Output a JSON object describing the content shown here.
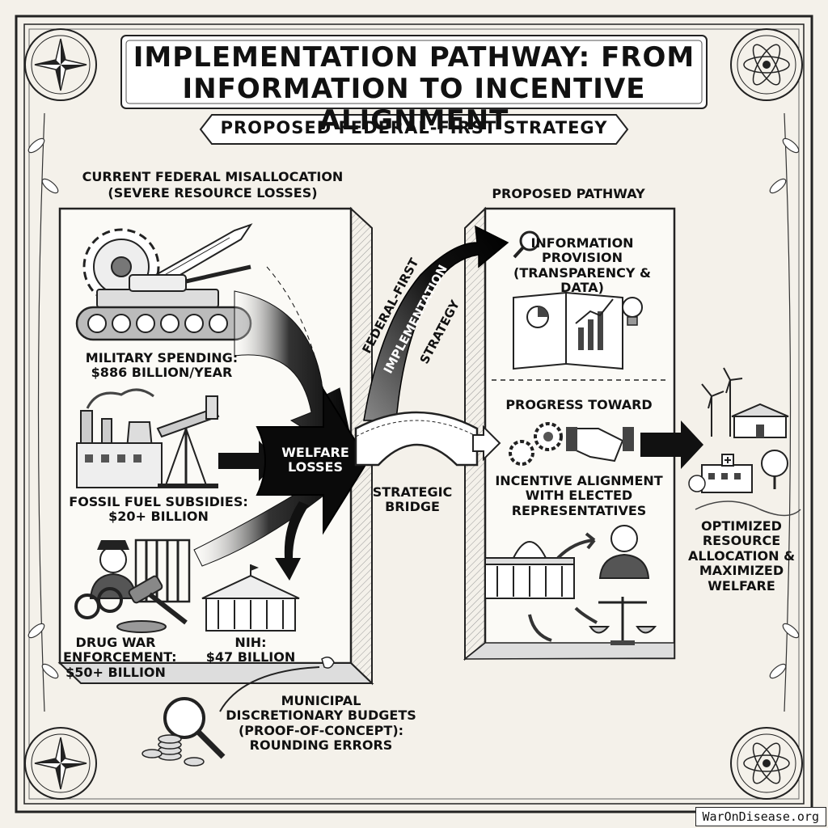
{
  "title_line1": "IMPLEMENTATION PATHWAY: FROM",
  "title_line2": "INFORMATION TO INCENTIVE ALIGNMENT",
  "subtitle": "PROPOSED FEDERAL-FIRST STRATEGY",
  "left_panel": {
    "heading_line1": "CURRENT FEDERAL MISALLOCATION",
    "heading_line2": "(SEVERE RESOURCE LOSSES)",
    "items": {
      "military": "MILITARY SPENDING:\n$886 BILLION/YEAR",
      "fossil": "FOSSIL FUEL SUBSIDIES:\n$20+ BILLION",
      "drug_war": "DRUG WAR\nENFORCEMENT:\n$50+ BILLION",
      "nih": "NIH:\n$47 BILLION"
    },
    "welfare_losses": "WELFARE\nLOSSES"
  },
  "municipal": "MUNICIPAL\nDISCRETIONARY BUDGETS\n(PROOF-OF-CONCEPT):\nROUNDING ERRORS",
  "strategy_arrow": {
    "line1": "FEDERAL-FIRST",
    "line2": "IMPLEMENTATION",
    "line3": "STRATEGY"
  },
  "bridge_label": "STRATEGIC\nBRIDGE",
  "right_panel": {
    "heading": "PROPOSED PATHWAY",
    "info": "INFORMATION\nPROVISION\n(TRANSPARENCY & DATA)",
    "progress": "PROGRESS TOWARD",
    "incentive": "INCENTIVE ALIGNMENT\nWITH ELECTED\nREPRESENTATIVES"
  },
  "outcome": "OPTIMIZED\nRESOURCE\nALLOCATION &\nMAXIMIZED\nWELFARE",
  "credit": "WarOnDisease.org",
  "icons": [
    "compass-icon",
    "atom-icon",
    "laurel-icon",
    "gear-icon",
    "missile-icon",
    "tank-icon",
    "factory-icon",
    "oil-pump-icon",
    "police-icon",
    "jail-bars-icon",
    "handcuffs-icon",
    "gavel-icon",
    "capitol-building-icon",
    "magnifier-icon",
    "coins-icon",
    "report-book-icon",
    "lightbulb-icon",
    "handshake-icon",
    "politician-icon",
    "scales-icon",
    "wind-turbine-icon",
    "school-icon",
    "hospital-icon",
    "tree-icon"
  ]
}
